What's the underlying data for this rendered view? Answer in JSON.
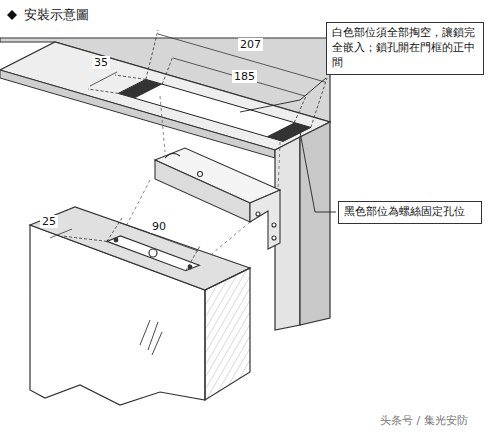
{
  "diagram": {
    "title": "安裝示意圖",
    "nodes": [
      {
        "text": [
          "白色部位須全部掏空，讓鎖完全嵌入；鎖孔開在門框的正中間"
        ]
      },
      {
        "text": [
          "黑色部位為螺絲固定孔位"
        ]
      }
    ],
    "edges": [],
    "labels": [
      "35",
      "207",
      "185",
      "25",
      "90",
      "头条号 / 集光安防"
    ]
  }
}
